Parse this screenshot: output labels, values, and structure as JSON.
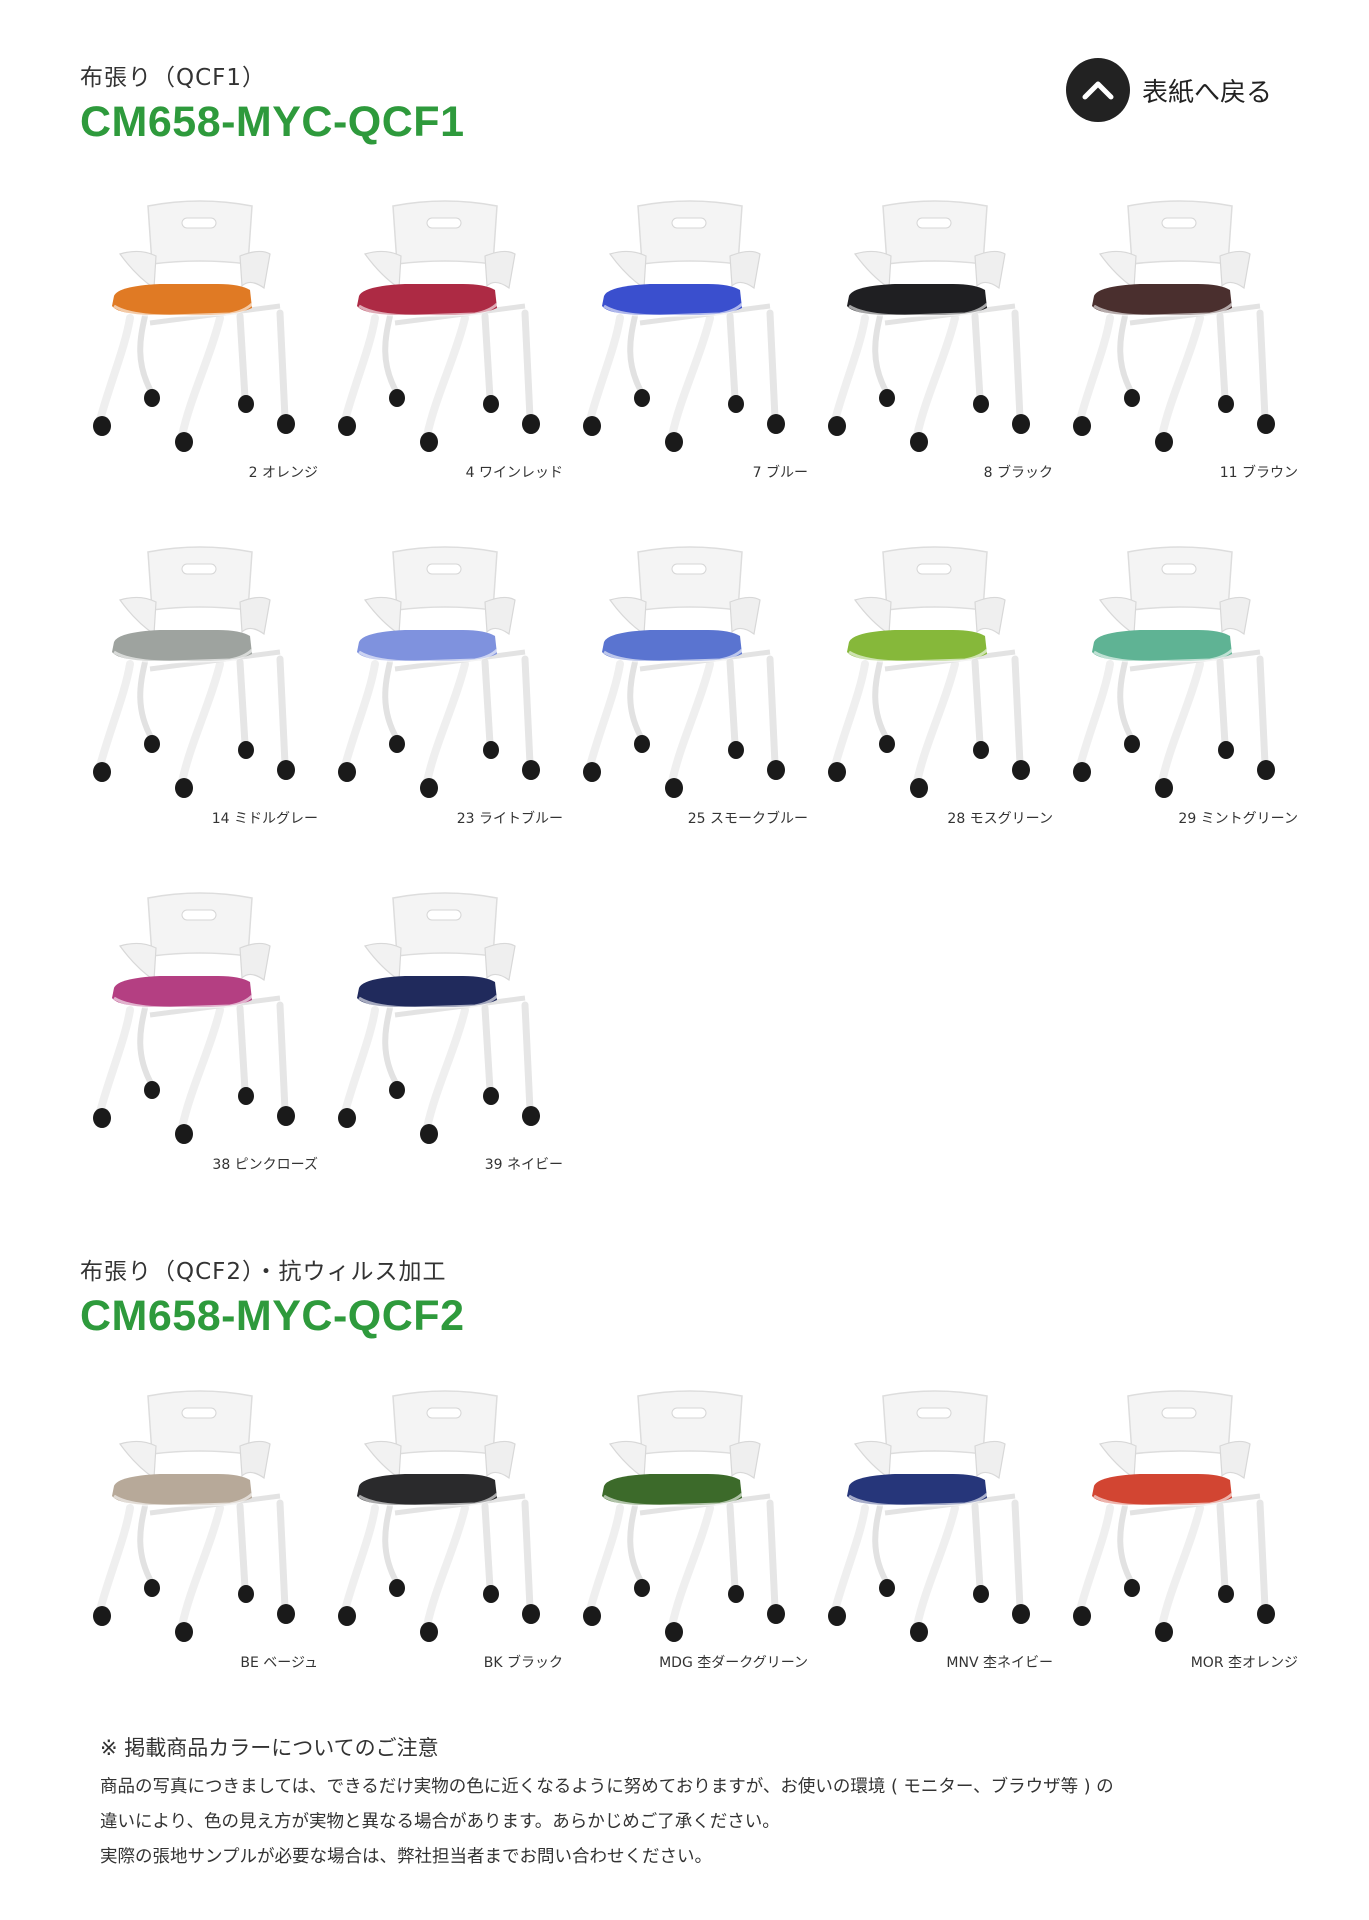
{
  "header": {
    "back_label": "表紙へ戻る"
  },
  "sections": [
    {
      "subtitle": "布張り（QCF1）",
      "code": "CM658-MYC-QCF1",
      "items": [
        {
          "label": "2 オレンジ",
          "color": "#e07a24"
        },
        {
          "label": "4 ワインレッド",
          "color": "#ad2a44"
        },
        {
          "label": "7 ブルー",
          "color": "#3a4fce"
        },
        {
          "label": "8 ブラック",
          "color": "#1f1f22"
        },
        {
          "label": "11 ブラウン",
          "color": "#4a2f2e"
        },
        {
          "label": "14 ミドルグレー",
          "color": "#9ea39f"
        },
        {
          "label": "23 ライトブルー",
          "color": "#7f92de"
        },
        {
          "label": "25 スモークブルー",
          "color": "#5a74d0"
        },
        {
          "label": "28 モスグリーン",
          "color": "#86b83a"
        },
        {
          "label": "29 ミントグリーン",
          "color": "#5fb394"
        },
        {
          "label": "38 ピンクローズ",
          "color": "#b43f82"
        },
        {
          "label": "39 ネイビー",
          "color": "#202a5c"
        }
      ]
    },
    {
      "subtitle": "布張り（QCF2）・抗ウィルス加工",
      "code": "CM658-MYC-QCF2",
      "items": [
        {
          "label": "BE ベージュ",
          "color": "#b7a999"
        },
        {
          "label": "BK ブラック",
          "color": "#2a2a2c"
        },
        {
          "label": "MDG 杢ダークグリーン",
          "color": "#3c6a2a"
        },
        {
          "label": "MNV 杢ネイビー",
          "color": "#26367a"
        },
        {
          "label": "MOR 杢オレンジ",
          "color": "#d24532"
        }
      ]
    }
  ],
  "notes": {
    "title": "※ 掲載商品カラーについてのご注意",
    "lines": [
      "商品の写真につきましては、できるだけ実物の色に近くなるように努めておりますが、お使いの環境 ( モニター、ブラウザ等 ) の",
      "違いにより、色の見え方が実物と異なる場合があります。あらかじめご了承ください。",
      "実際の張地サンプルが必要な場合は、弊社担当者までお問い合わせください。"
    ]
  }
}
